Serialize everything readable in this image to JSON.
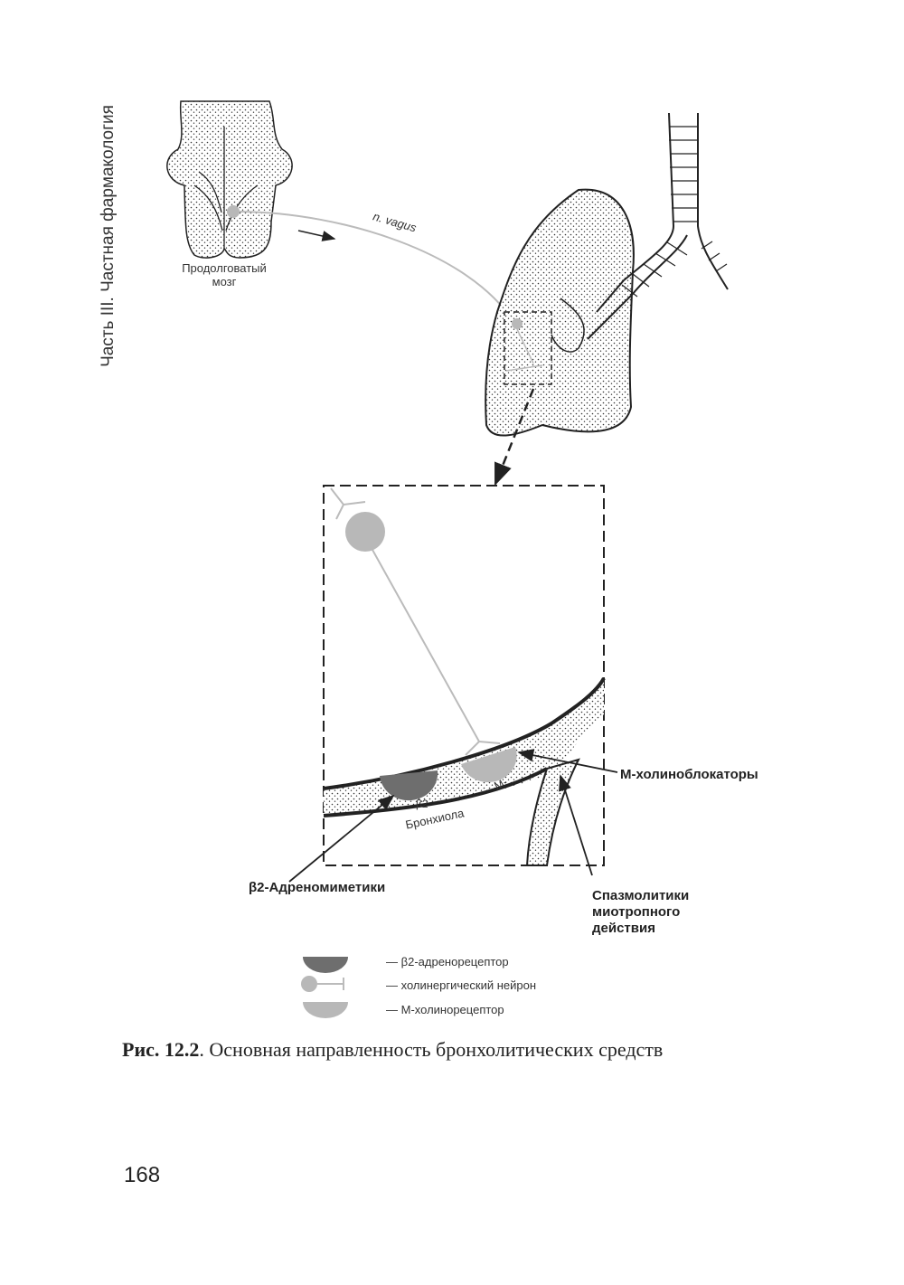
{
  "running_header": "Часть III. Частная фармакология",
  "figure": {
    "labels": {
      "medulla_line1": "Продолговатый",
      "medulla_line2": "мозг",
      "nerve": "n. vagus",
      "bronchiole": "Бронхиола",
      "beta2_mark": "β2",
      "m_mark": "М-",
      "m_blockers": "М-холиноблокаторы",
      "beta2_agonists": "β2-Адреномиметики",
      "spasmolytics_line1": "Спазмолитики",
      "spasmolytics_line2": "миотропного",
      "spasmolytics_line3": "действия"
    },
    "legend": [
      {
        "icon": "dark-half-disc",
        "text": "— β2-адренорецептор"
      },
      {
        "icon": "neuron",
        "text": "— холинергический нейрон"
      },
      {
        "icon": "light-half-disc",
        "text": "— М-холинорецептор"
      }
    ],
    "colors": {
      "beta2_receptor": "#6e6e6e",
      "m_receptor": "#b8b8b8",
      "neuron": "#b8b8b8"
    }
  },
  "caption": {
    "prefix": "Рис. 12.2",
    "text": ". Основная направленность бронхолитических средств"
  },
  "page_number": "168"
}
